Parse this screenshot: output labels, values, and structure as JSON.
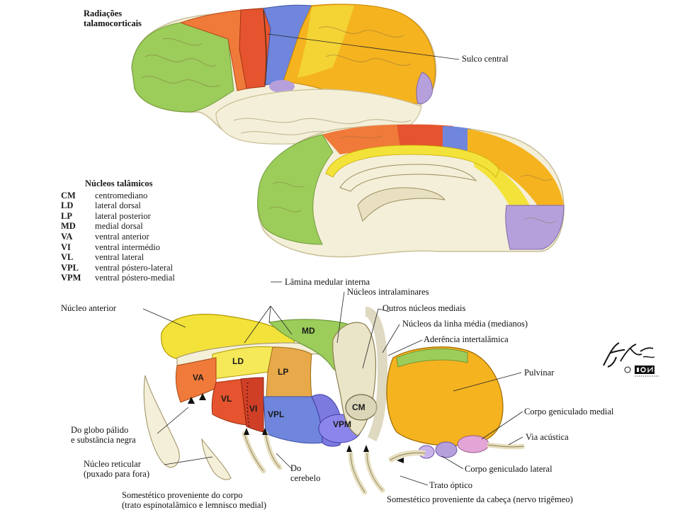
{
  "title_radiacoes": [
    "Radiações",
    "talamocorticais"
  ],
  "sulco_central": "Sulco central",
  "legend": {
    "title": "Núcleos talâmicos",
    "items": [
      {
        "abbr": "CM",
        "name": "centromediano"
      },
      {
        "abbr": "LD",
        "name": "lateral dorsal"
      },
      {
        "abbr": "LP",
        "name": "lateral posterior"
      },
      {
        "abbr": "MD",
        "name": "medial dorsal"
      },
      {
        "abbr": "VA",
        "name": "ventral anterior"
      },
      {
        "abbr": "VI",
        "name": "ventral intermédio"
      },
      {
        "abbr": "VL",
        "name": "ventral lateral"
      },
      {
        "abbr": "VPL",
        "name": "ventral póstero-lateral"
      },
      {
        "abbr": "VPM",
        "name": "ventral póstero-medial"
      }
    ]
  },
  "labels": {
    "lamina": "Lâmina medular interna",
    "intralaminares": "Núcleos intralaminares",
    "outros_mediais": "Outros núcleos mediais",
    "linha_media": "Núcleos da linha média (medianos)",
    "aderencia": "Aderência intertalâmica",
    "nucleo_anterior": "Núcleo anterior",
    "pulvinar": "Pulvinar",
    "geniculado_medial": "Corpo geniculado medial",
    "via_acustica": "Via acústica",
    "geniculado_lateral": "Corpo geniculado lateral",
    "trato_optico": "Trato óptico",
    "globo_palido": [
      "Do globo pálido",
      "e substância negra"
    ],
    "nucleo_reticular": [
      "Núcleo reticular",
      "(puxado para fora)"
    ],
    "cerebelo": [
      "Do",
      "cerebelo"
    ],
    "somestetico_corpo": [
      "Somestético proveniente do corpo",
      "(trato espinotalâmico e lemnisco medial)"
    ],
    "somestetico_cabeca": "Somestético proveniente da cabeça (nervo trigêmeo)"
  },
  "nuclei_labels": {
    "MD": "MD",
    "LD": "LD",
    "LP": "LP",
    "VA": "VA",
    "VL": "VL",
    "VI": "VI",
    "VPL": "VPL",
    "VPM": "VPM",
    "CM": "CM"
  },
  "colors": {
    "green": "#9ccc5a",
    "red": "#e5542e",
    "orange_red": "#f07a3a",
    "blue": "#6f86dc",
    "yellow_orange": "#f5b320",
    "yellow": "#f3e23a",
    "lavender": "#b6a0dc",
    "cream": "#f4efd8",
    "pink": "#f0a0c0"
  }
}
